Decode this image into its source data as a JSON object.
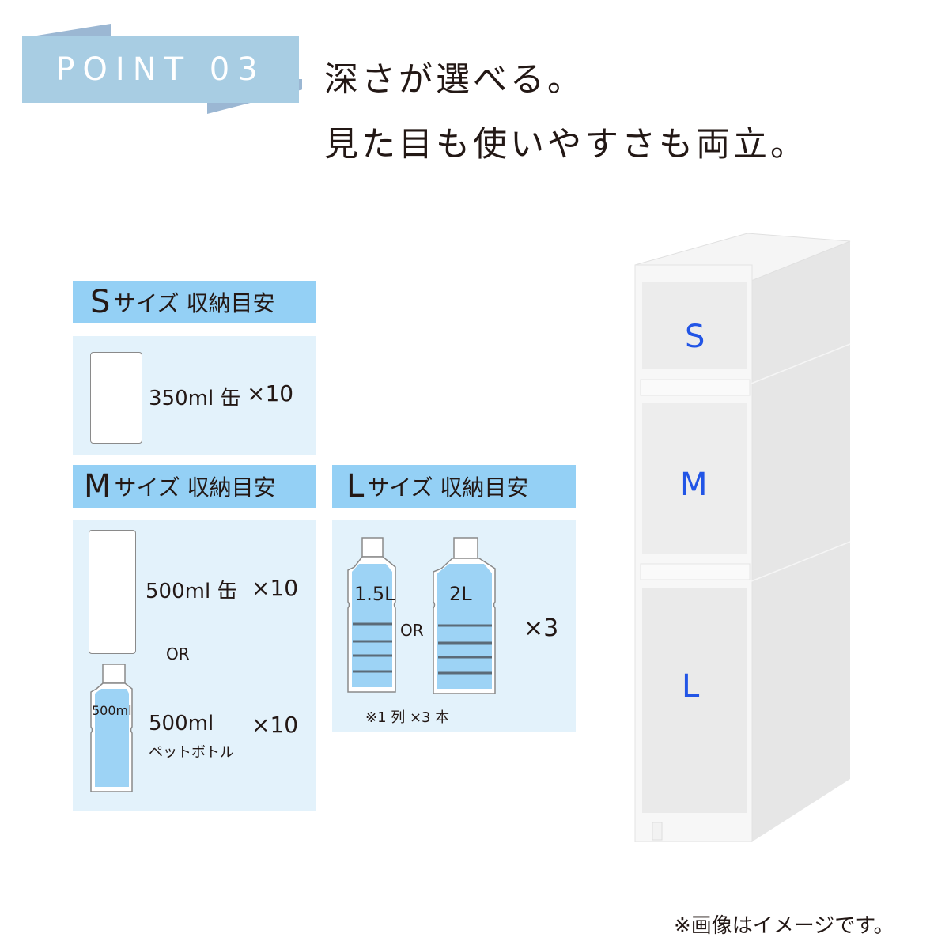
{
  "badge": {
    "label": "POINT 03"
  },
  "headline": {
    "line1": "深さが選べる。",
    "line2": "見た目も使いやすさも両立。"
  },
  "sections": {
    "s": {
      "size_letter": "S",
      "title": "サイズ 収納目安",
      "items": [
        {
          "label": "350ml 缶",
          "qty": "×10",
          "icon": "can-icon"
        }
      ]
    },
    "m": {
      "size_letter": "M",
      "title": "サイズ 収納目安",
      "items": [
        {
          "label": "500ml 缶",
          "qty": "×10",
          "icon": "can-icon"
        },
        {
          "label": "500ml",
          "sublabel": "ペットボトル",
          "qty": "×10",
          "icon": "pet-bottle-icon",
          "bottle_label": "500ml"
        }
      ],
      "or_label": "OR"
    },
    "l": {
      "size_letter": "L",
      "title": "サイズ 収納目安",
      "bottles": [
        {
          "label": "1.5L"
        },
        {
          "label": "2L"
        }
      ],
      "or_label": "OR",
      "qty": "×3",
      "note": "※1 列 ×3 本"
    }
  },
  "product": {
    "drawers": [
      "S",
      "M",
      "L"
    ],
    "accent_color": "#2255e6"
  },
  "footnote": "※画像はイメージです。",
  "colors": {
    "header_blue": "#94d0f5",
    "panel_blue": "#e3f2fb",
    "ribbon": "#a8cde3",
    "liquid": "#9dd3f5"
  }
}
